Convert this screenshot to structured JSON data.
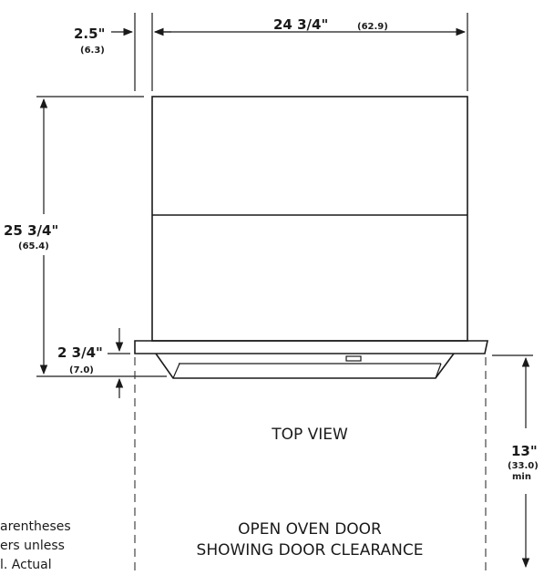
{
  "dimensions": {
    "top_width": {
      "value": "24 3/4\"",
      "metric": "(62.9)"
    },
    "side_offset": {
      "value": "2.5\"",
      "metric": "(6.3)"
    },
    "depth": {
      "value": "25 3/4\"",
      "metric": "(65.4)"
    },
    "door_thickness": {
      "value": "2 3/4\"",
      "metric": "(7.0)"
    },
    "door_clearance": {
      "value": "13\"",
      "metric": "(33.0)",
      "suffix": "min"
    }
  },
  "labels": {
    "top_view": "TOP VIEW",
    "open_door_line1": "OPEN OVEN DOOR",
    "open_door_line2": "SHOWING DOOR CLEARANCE"
  },
  "note": {
    "line1": "arentheses",
    "line2": "ers unless",
    "line3": "l. Actual"
  }
}
